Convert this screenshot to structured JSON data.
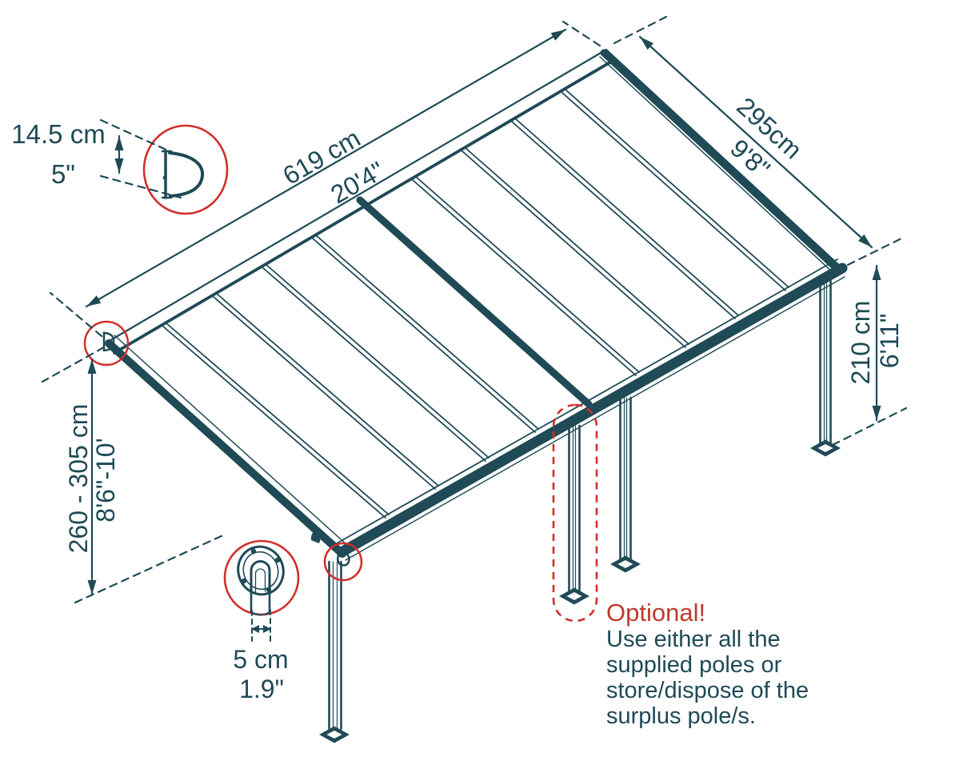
{
  "diagram": {
    "title": "patio-cover-dimension-diagram",
    "colors": {
      "line": "#1f4a56",
      "accent_red": "#d12f2b",
      "note_red": "#bf392e",
      "background": "#ffffff"
    },
    "roof": {
      "panels": 10,
      "rafters": 9,
      "poles": 4,
      "optional_pole_highlighted": true
    },
    "dims": [
      {
        "id": "gutter-profile-height",
        "metric": "14.5 cm",
        "imperial": "5\""
      },
      {
        "id": "width",
        "metric": "619 cm",
        "imperial": "20'4\""
      },
      {
        "id": "projection",
        "metric": "295cm",
        "imperial": "9'8\""
      },
      {
        "id": "clearance-height",
        "metric": "210 cm",
        "imperial": "6'11\""
      },
      {
        "id": "wall-mount-height",
        "metric": "260 - 305 cm",
        "imperial": "8'6\"-10'"
      },
      {
        "id": "pole-diameter",
        "metric": "5 cm",
        "imperial": "1.9\""
      }
    ],
    "note": {
      "title": "Optional!",
      "lines": [
        "Use either all the",
        "supplied poles or",
        "store/dispose of the",
        "surplus pole/s."
      ]
    }
  }
}
